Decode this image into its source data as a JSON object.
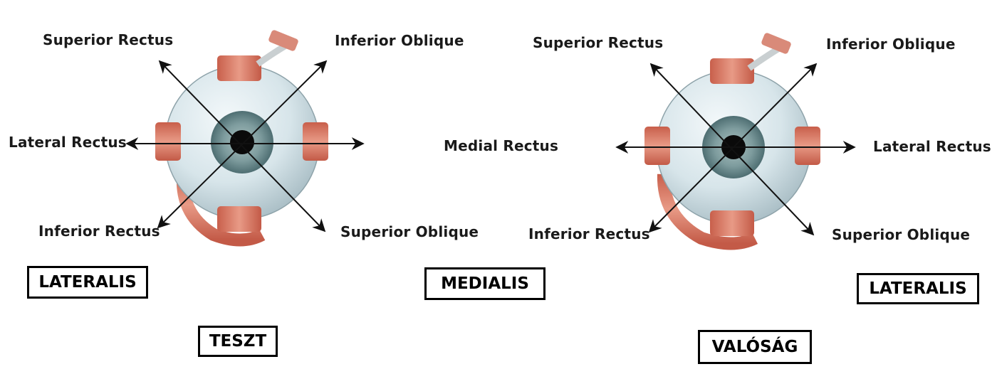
{
  "left_diagram": {
    "superior_rectus": "Superior Rectus",
    "inferior_oblique": "Inferior Oblique",
    "lateral_rectus": "Lateral Rectus",
    "inferior_rectus": "Inferior Rectus",
    "superior_oblique": "Superior Oblique"
  },
  "center_label": "Medial Rectus",
  "right_diagram": {
    "superior_rectus": "Superior Rectus",
    "inferior_oblique": "Inferior Oblique",
    "lateral_rectus": "Lateral Rectus",
    "inferior_rectus": "Inferior Rectus",
    "superior_oblique": "Superior Oblique"
  },
  "boxes": {
    "lateralis_left": "LATERALIS",
    "medialis": "MEDIALIS",
    "lateralis_right": "LATERALIS",
    "teszt": "TESZT",
    "valosag": "VALÓSÁG"
  },
  "colors": {
    "sclera": "#d9e6ea",
    "iris": "#6f8f92",
    "muscle": "#d9826f",
    "arrow": "#111111"
  }
}
